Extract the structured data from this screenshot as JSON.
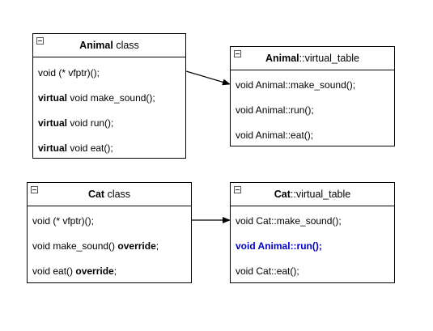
{
  "animal_class": {
    "title_bold": "Animal",
    "title_rest": " class",
    "members": [
      {
        "kw": "",
        "text": "void (* vfptr)();"
      },
      {
        "kw": "virtual",
        "text": " void make_sound();"
      },
      {
        "kw": "virtual",
        "text": " void run();"
      },
      {
        "kw": "virtual",
        "text": " void eat();"
      }
    ]
  },
  "animal_vtable": {
    "title_bold": "Animal",
    "title_rest": "::virtual_table",
    "entries": [
      "void Animal::make_sound();",
      "void Animal::run();",
      "void Animal::eat();"
    ]
  },
  "cat_class": {
    "title_bold": "Cat",
    "title_rest": " class",
    "members": [
      {
        "text": "void (* vfptr)();",
        "kw": ""
      },
      {
        "text": "void make_sound() ",
        "kw": "override",
        "tail": ";"
      },
      {
        "text": "void eat() ",
        "kw": "override",
        "tail": ";"
      }
    ]
  },
  "cat_vtable": {
    "title_bold": "Cat",
    "title_rest": "::virtual_table",
    "entries": [
      "void Cat::make_sound();",
      "void Animal::run();",
      "void Cat::eat();"
    ],
    "highlight_color": "#0000cc"
  },
  "colors": {
    "border": "#000000",
    "background": "#ffffff",
    "highlight": "#0000cc"
  }
}
